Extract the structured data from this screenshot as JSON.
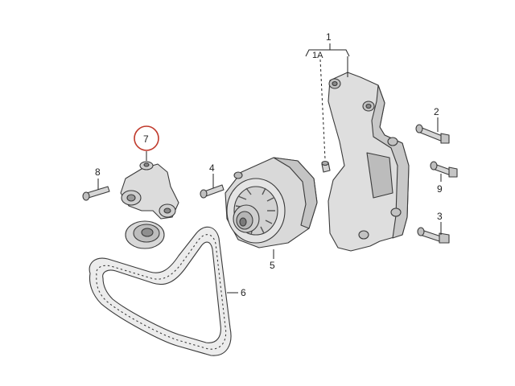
{
  "colors": {
    "part_fill": "#e6e6e6",
    "part_shade": "#c9c9c9",
    "part_dark": "#9c9c9c",
    "outline": "#3a3a3a",
    "highlight_circle": "#c0392b"
  },
  "callouts": {
    "c1": "1",
    "c1a": "1A",
    "c2": "2",
    "c3": "3",
    "c4": "4",
    "c5": "5",
    "c6": "6",
    "c7": "7",
    "c8": "8",
    "c9": "9"
  },
  "highlighted_callout": "7"
}
